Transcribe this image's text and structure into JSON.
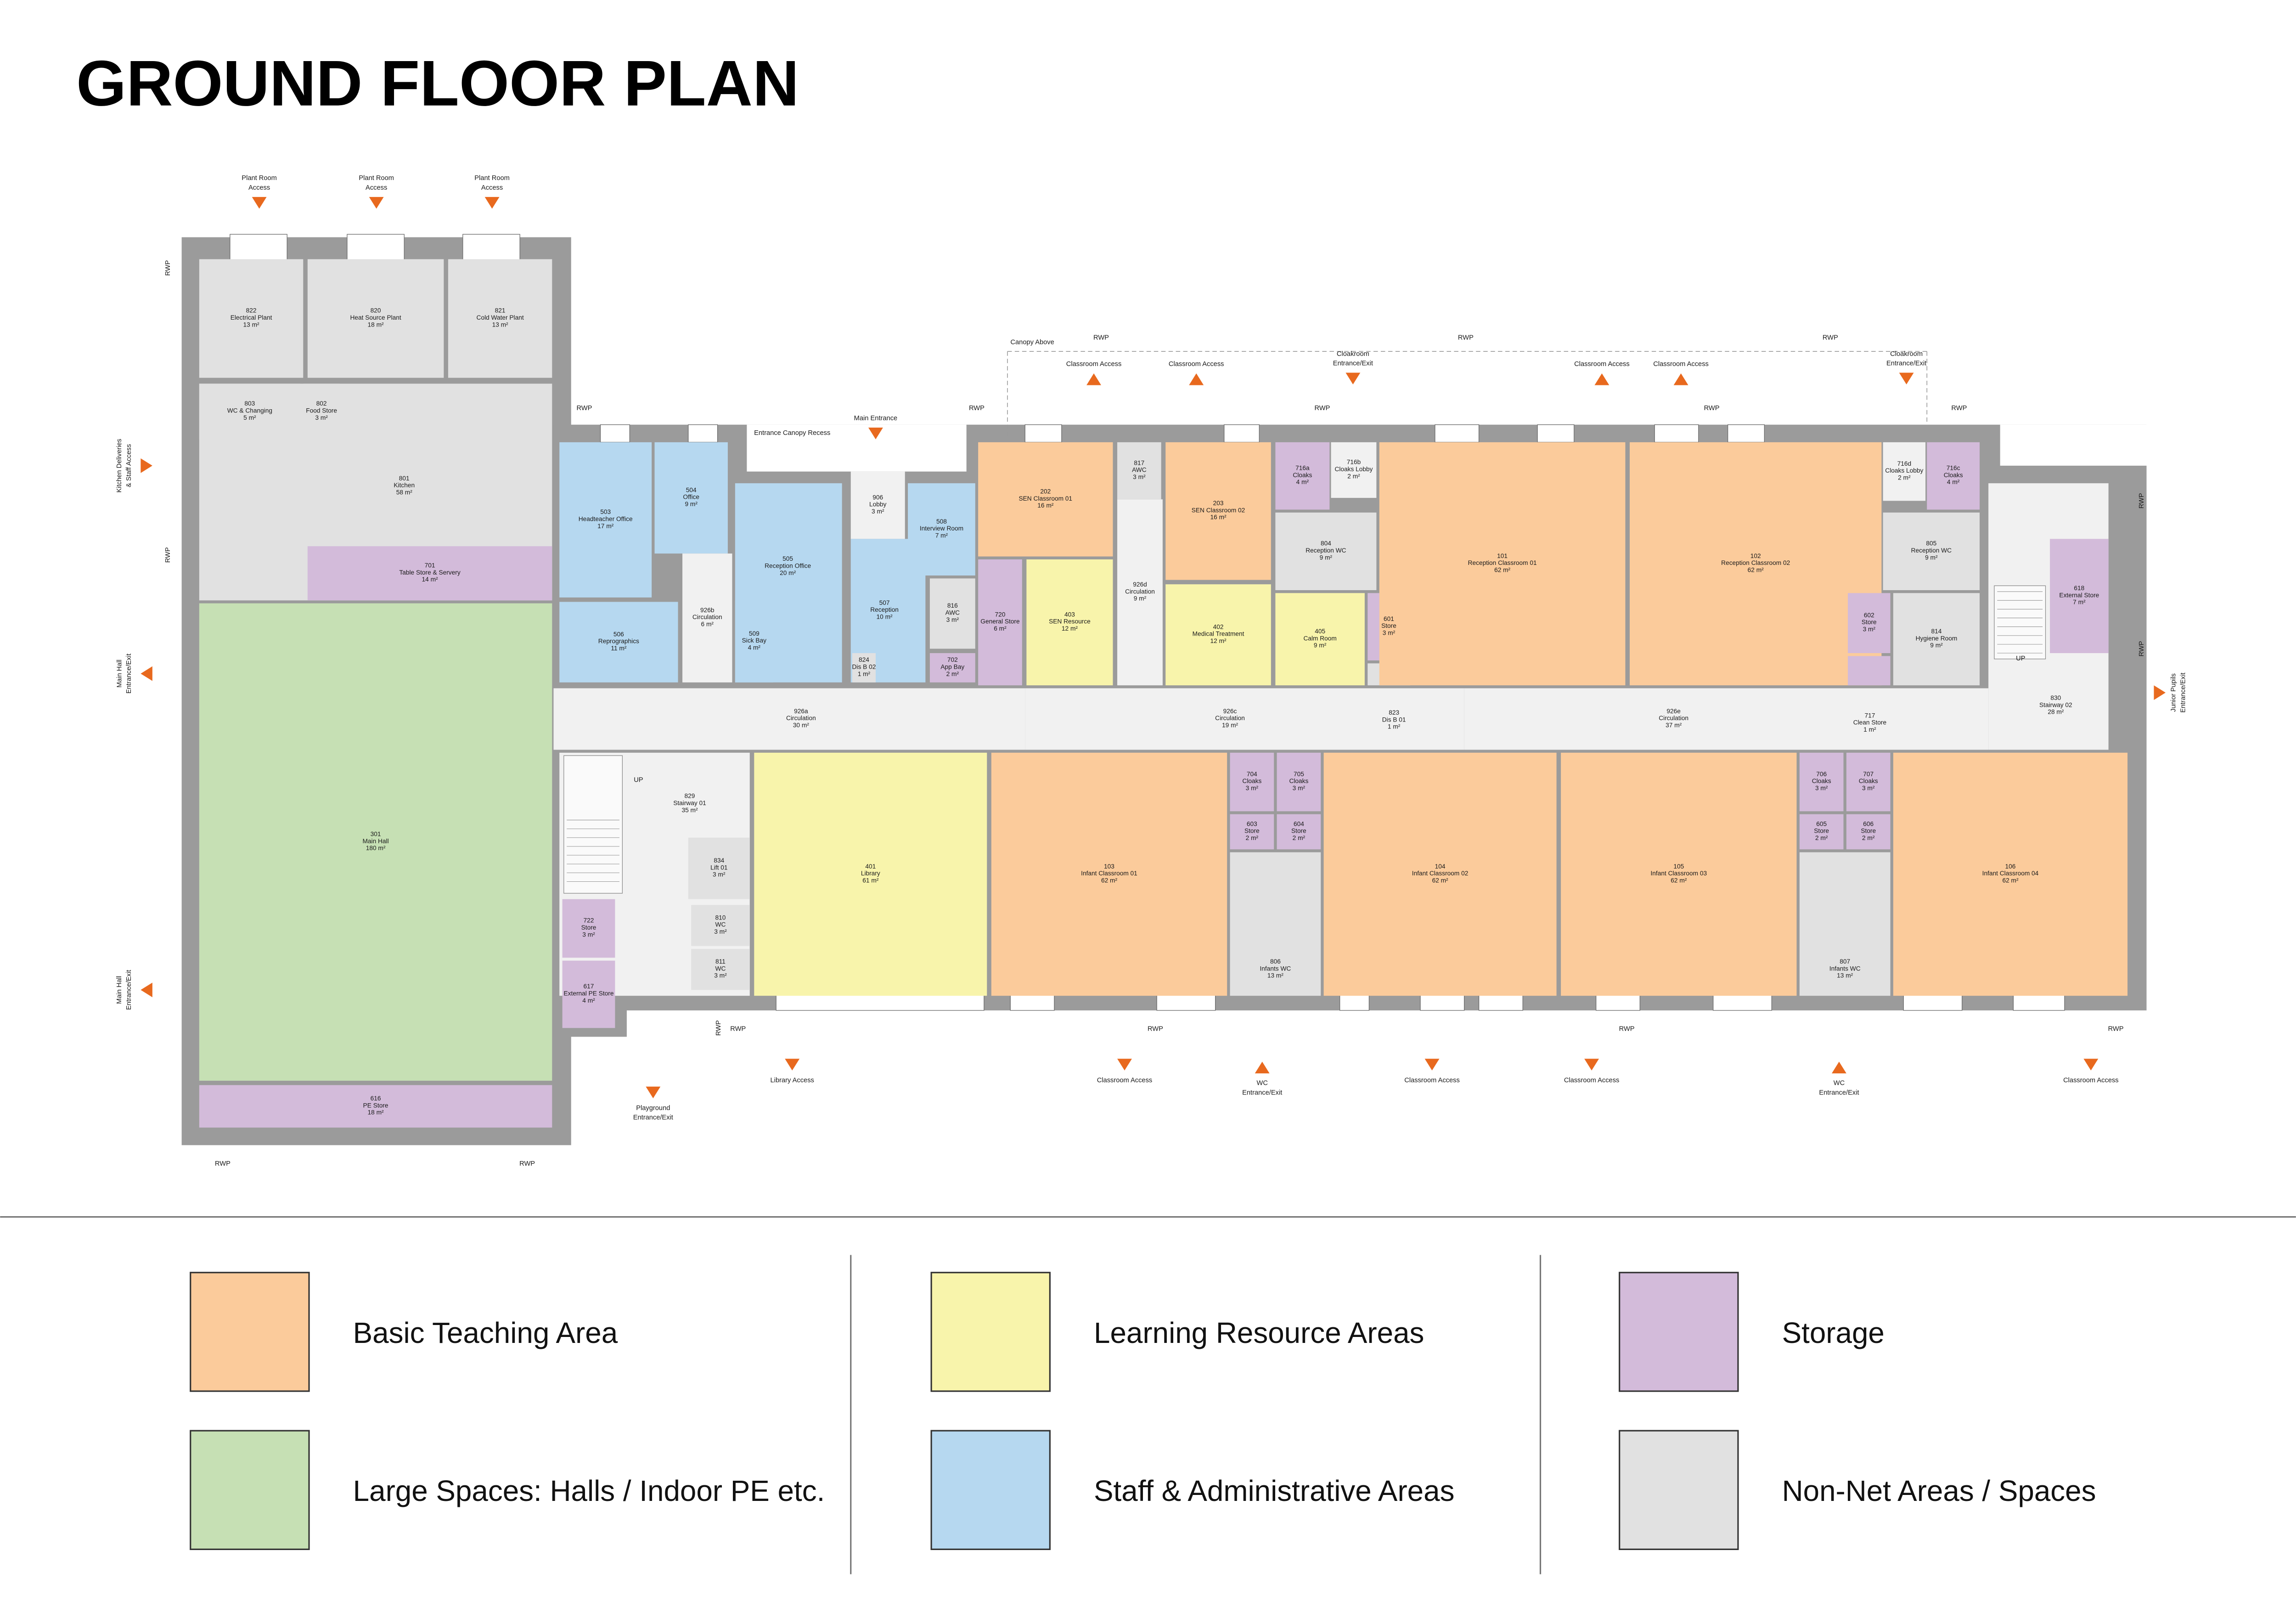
{
  "title": "GROUND FLOOR PLAN",
  "colors": {
    "teaching": "#FBCB9B",
    "large": "#C6E0B4",
    "learning": "#F8F4AB",
    "staff": "#B6D8F0",
    "storage": "#D3BBDA",
    "nonnet": "#E1E1E1",
    "circulation": "#F1F1F1",
    "wall": "#9B9B9B",
    "arrow": "#E8691E"
  },
  "rooms": [
    {
      "number": "822",
      "name": "Electrical Plant",
      "area": "13 m²",
      "cat": "nonnet"
    },
    {
      "number": "820",
      "name": "Heat Source Plant",
      "area": "18 m²",
      "cat": "nonnet"
    },
    {
      "number": "821",
      "name": "Cold Water Plant",
      "area": "13 m²",
      "cat": "nonnet"
    },
    {
      "number": "801",
      "name": "Kitchen",
      "area": "58 m²",
      "cat": "nonnet"
    },
    {
      "number": "803",
      "name": "WC & Changing",
      "area": "5 m²",
      "cat": "nonnet"
    },
    {
      "number": "802",
      "name": "Food Store",
      "area": "3 m²",
      "cat": "nonnet"
    },
    {
      "number": "701",
      "name": "Table Store & Servery",
      "area": "14 m²",
      "cat": "storage"
    },
    {
      "number": "301",
      "name": "Main Hall",
      "area": "180 m²",
      "cat": "large"
    },
    {
      "number": "616",
      "name": "PE Store",
      "area": "18 m²",
      "cat": "storage"
    },
    {
      "number": "503",
      "name": "Headteacher Office",
      "area": "17 m²",
      "cat": "staff"
    },
    {
      "number": "504",
      "name": "Office",
      "area": "9 m²",
      "cat": "staff"
    },
    {
      "number": "506",
      "name": "Reprographics",
      "area": "11 m²",
      "cat": "staff"
    },
    {
      "number": "926b",
      "name": "Circulation",
      "area": "6 m²",
      "cat": "circulation"
    },
    {
      "number": "505",
      "name": "Reception Office",
      "area": "20 m²",
      "cat": "staff"
    },
    {
      "number": "509",
      "name": "Sick Bay",
      "area": "4 m²",
      "cat": "staff"
    },
    {
      "number": "906",
      "name": "Lobby",
      "area": "3 m²",
      "cat": "circulation"
    },
    {
      "number": "508",
      "name": "Interview Room",
      "area": "7 m²",
      "cat": "staff"
    },
    {
      "number": "507",
      "name": "Reception",
      "area": "10 m²",
      "cat": "staff"
    },
    {
      "number": "816",
      "name": "AWC",
      "area": "3 m²",
      "cat": "nonnet"
    },
    {
      "number": "824",
      "name": "Dis B 02",
      "area": "1 m²",
      "cat": "nonnet"
    },
    {
      "number": "702",
      "name": "App Bay",
      "area": "2 m²",
      "cat": "storage"
    },
    {
      "number": "720",
      "name": "General Store",
      "area": "6 m²",
      "cat": "storage"
    },
    {
      "number": "202",
      "name": "SEN Classroom 01",
      "area": "16 m²",
      "cat": "teaching"
    },
    {
      "number": "403",
      "name": "SEN Resource",
      "area": "12 m²",
      "cat": "learning"
    },
    {
      "number": "817",
      "name": "AWC",
      "area": "3 m²",
      "cat": "nonnet"
    },
    {
      "number": "926d",
      "name": "Circulation",
      "area": "9 m²",
      "cat": "circulation"
    },
    {
      "number": "203",
      "name": "SEN Classroom 02",
      "area": "16 m²",
      "cat": "teaching"
    },
    {
      "number": "402",
      "name": "Medical Treatment",
      "area": "12 m²",
      "cat": "learning"
    },
    {
      "number": "716a",
      "name": "Cloaks",
      "area": "4 m²",
      "cat": "storage"
    },
    {
      "number": "716b",
      "name": "Cloaks Lobby",
      "area": "2 m²",
      "cat": "circulation"
    },
    {
      "number": "804",
      "name": "Reception WC",
      "area": "9 m²",
      "cat": "nonnet"
    },
    {
      "number": "405",
      "name": "Calm Room",
      "area": "9 m²",
      "cat": "learning"
    },
    {
      "number": "601",
      "name": "Store",
      "area": "3 m²",
      "cat": "storage"
    },
    {
      "number": "823",
      "name": "Dis B 01",
      "area": "1 m²",
      "cat": "nonnet"
    },
    {
      "number": "101",
      "name": "Reception Classroom 01",
      "area": "62 m²",
      "cat": "teaching"
    },
    {
      "number": "102",
      "name": "Reception Classroom 02",
      "area": "62 m²",
      "cat": "teaching"
    },
    {
      "number": "716d",
      "name": "Cloaks Lobby",
      "area": "2 m²",
      "cat": "circulation"
    },
    {
      "number": "716c",
      "name": "Cloaks",
      "area": "4 m²",
      "cat": "storage"
    },
    {
      "number": "805",
      "name": "Reception WC",
      "area": "9 m²",
      "cat": "nonnet"
    },
    {
      "number": "602",
      "name": "Store",
      "area": "3 m²",
      "cat": "storage"
    },
    {
      "number": "717",
      "name": "Clean Store",
      "area": "1 m²",
      "cat": "storage"
    },
    {
      "number": "814",
      "name": "Hygiene Room",
      "area": "9 m²",
      "cat": "nonnet"
    },
    {
      "number": "830",
      "name": "Stairway 02",
      "area": "28 m²",
      "cat": "circulation"
    },
    {
      "number": "618",
      "name": "External Store",
      "area": "7 m²",
      "cat": "storage"
    },
    {
      "number": "926a",
      "name": "Circulation",
      "area": "30 m²",
      "cat": "circulation"
    },
    {
      "number": "926c",
      "name": "Circulation",
      "area": "19 m²",
      "cat": "circulation"
    },
    {
      "number": "926e",
      "name": "Circulation",
      "area": "37 m²",
      "cat": "circulation"
    },
    {
      "number": "829",
      "name": "Stairway 01",
      "area": "35 m²",
      "cat": "circulation"
    },
    {
      "number": "722",
      "name": "Store",
      "area": "3 m²",
      "cat": "storage"
    },
    {
      "number": "617",
      "name": "External PE Store",
      "area": "4 m²",
      "cat": "storage"
    },
    {
      "number": "834",
      "name": "Lift 01",
      "area": "3 m²",
      "cat": "nonnet"
    },
    {
      "number": "810",
      "name": "WC",
      "area": "3 m²",
      "cat": "nonnet"
    },
    {
      "number": "811",
      "name": "WC",
      "area": "3 m²",
      "cat": "nonnet"
    },
    {
      "number": "401",
      "name": "Library",
      "area": "61 m²",
      "cat": "learning"
    },
    {
      "number": "103",
      "name": "Infant Classroom 01",
      "area": "62 m²",
      "cat": "teaching"
    },
    {
      "number": "704",
      "name": "Cloaks",
      "area": "3 m²",
      "cat": "storage"
    },
    {
      "number": "705",
      "name": "Cloaks",
      "area": "3 m²",
      "cat": "storage"
    },
    {
      "number": "603",
      "name": "Store",
      "area": "2 m²",
      "cat": "storage"
    },
    {
      "number": "604",
      "name": "Store",
      "area": "2 m²",
      "cat": "storage"
    },
    {
      "number": "806",
      "name": "Infants WC",
      "area": "13 m²",
      "cat": "nonnet"
    },
    {
      "number": "104",
      "name": "Infant Classroom 02",
      "area": "62 m²",
      "cat": "teaching"
    },
    {
      "number": "105",
      "name": "Infant Classroom 03",
      "area": "62 m²",
      "cat": "teaching"
    },
    {
      "number": "706",
      "name": "Cloaks",
      "area": "3 m²",
      "cat": "storage"
    },
    {
      "number": "707",
      "name": "Cloaks",
      "area": "3 m²",
      "cat": "storage"
    },
    {
      "number": "605",
      "name": "Store",
      "area": "2 m²",
      "cat": "storage"
    },
    {
      "number": "606",
      "name": "Store",
      "area": "2 m²",
      "cat": "storage"
    },
    {
      "number": "807",
      "name": "Infants WC",
      "area": "13 m²",
      "cat": "nonnet"
    },
    {
      "number": "106",
      "name": "Infant Classroom 04",
      "area": "62 m²",
      "cat": "teaching"
    }
  ],
  "access_points": [
    {
      "lines": [
        "Plant Room",
        "Access"
      ]
    },
    {
      "lines": [
        "Plant Room",
        "Access"
      ]
    },
    {
      "lines": [
        "Plant Room",
        "Access"
      ]
    },
    {
      "lines": [
        "Main Entrance"
      ]
    },
    {
      "lines": [
        "Classroom Access"
      ]
    },
    {
      "lines": [
        "Classroom Access"
      ]
    },
    {
      "lines": [
        "Cloakroom",
        "Entrance/Exit"
      ]
    },
    {
      "lines": [
        "Classroom Access"
      ]
    },
    {
      "lines": [
        "Classroom Access"
      ]
    },
    {
      "lines": [
        "Cloakroom",
        "Entrance/Exit"
      ]
    },
    {
      "lines": [
        "Kitchen Deliveries",
        "& Staff Access"
      ]
    },
    {
      "lines": [
        "Main Hall",
        "Entrance/Exit"
      ]
    },
    {
      "lines": [
        "Main Hall",
        "Entrance/Exit"
      ]
    },
    {
      "lines": [
        "Junior Pupils",
        "Entrance/Exit"
      ]
    },
    {
      "lines": [
        "Playground",
        "Entrance/Exit"
      ]
    },
    {
      "lines": [
        "Library Access"
      ]
    },
    {
      "lines": [
        "Classroom Access"
      ]
    },
    {
      "lines": [
        "WC",
        "Entrance/Exit"
      ]
    },
    {
      "lines": [
        "Classroom Access"
      ]
    },
    {
      "lines": [
        "Classroom Access"
      ]
    },
    {
      "lines": [
        "WC",
        "Entrance/Exit"
      ]
    },
    {
      "lines": [
        "Classroom Access"
      ]
    }
  ],
  "plan_notes": {
    "rwp": "RWP",
    "up": "UP",
    "canopy_above": "Canopy Above",
    "entrance_canopy_recess": "Entrance Canopy Recess"
  },
  "legend": [
    {
      "label": "Basic Teaching Area",
      "cat": "teaching"
    },
    {
      "label": "Large Spaces: Halls / Indoor PE etc.",
      "cat": "large"
    },
    {
      "label": "Learning Resource Areas",
      "cat": "learning"
    },
    {
      "label": "Staff & Administrative Areas",
      "cat": "staff"
    },
    {
      "label": "Storage",
      "cat": "storage"
    },
    {
      "label": "Non-Net Areas / Spaces",
      "cat": "nonnet"
    }
  ]
}
